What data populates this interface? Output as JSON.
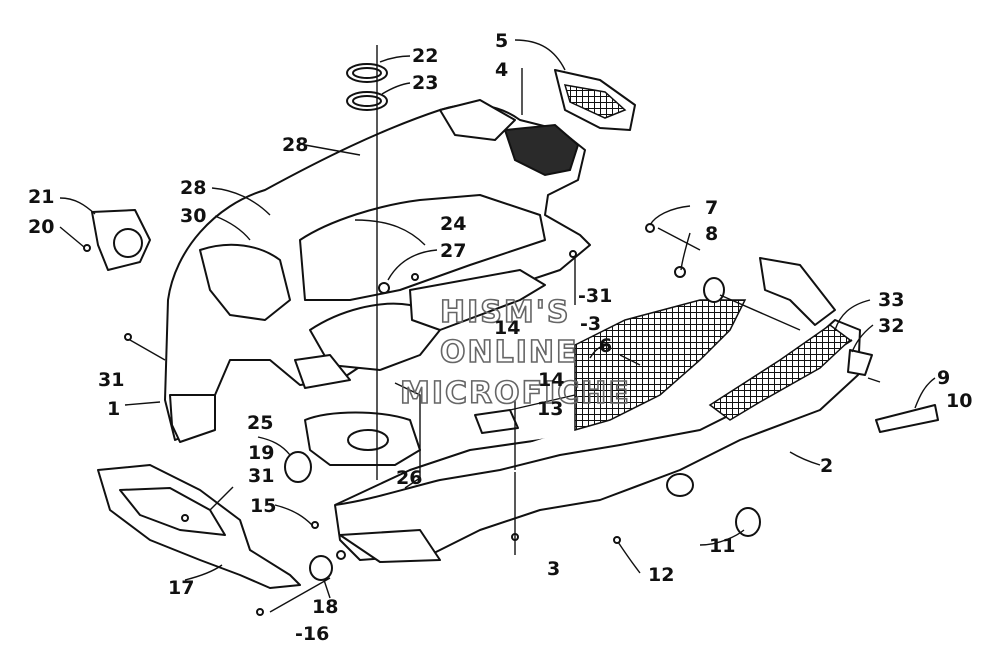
{
  "watermark": {
    "line1": "HISM'S",
    "line2": "ONLINE",
    "line3": "MICROFICHE"
  },
  "callouts": [
    {
      "id": "c1",
      "label": "1"
    },
    {
      "id": "c2",
      "label": "2"
    },
    {
      "id": "c3a",
      "label": "-3"
    },
    {
      "id": "c3b",
      "label": "3"
    },
    {
      "id": "c4",
      "label": "4"
    },
    {
      "id": "c5",
      "label": "5"
    },
    {
      "id": "c6",
      "label": "6"
    },
    {
      "id": "c7",
      "label": "7"
    },
    {
      "id": "c8",
      "label": "8"
    },
    {
      "id": "c9",
      "label": "9"
    },
    {
      "id": "c10",
      "label": "10"
    },
    {
      "id": "c11",
      "label": "11"
    },
    {
      "id": "c12",
      "label": "12"
    },
    {
      "id": "c13",
      "label": "13"
    },
    {
      "id": "c14a",
      "label": "14"
    },
    {
      "id": "c14b",
      "label": "14"
    },
    {
      "id": "c15",
      "label": "15"
    },
    {
      "id": "c16",
      "label": "-16"
    },
    {
      "id": "c17",
      "label": "17"
    },
    {
      "id": "c18",
      "label": "18"
    },
    {
      "id": "c19",
      "label": "19"
    },
    {
      "id": "c20",
      "label": "20"
    },
    {
      "id": "c21",
      "label": "21"
    },
    {
      "id": "c22",
      "label": "22"
    },
    {
      "id": "c23",
      "label": "23"
    },
    {
      "id": "c24",
      "label": "24"
    },
    {
      "id": "c25",
      "label": "25"
    },
    {
      "id": "c26",
      "label": "26"
    },
    {
      "id": "c27",
      "label": "27"
    },
    {
      "id": "c28a",
      "label": "28"
    },
    {
      "id": "c28b",
      "label": "28"
    },
    {
      "id": "c30",
      "label": "30"
    },
    {
      "id": "c31a",
      "label": "31"
    },
    {
      "id": "c31b",
      "label": "-31"
    },
    {
      "id": "c31c",
      "label": "31"
    },
    {
      "id": "c32",
      "label": "32"
    },
    {
      "id": "c33",
      "label": "33"
    }
  ]
}
